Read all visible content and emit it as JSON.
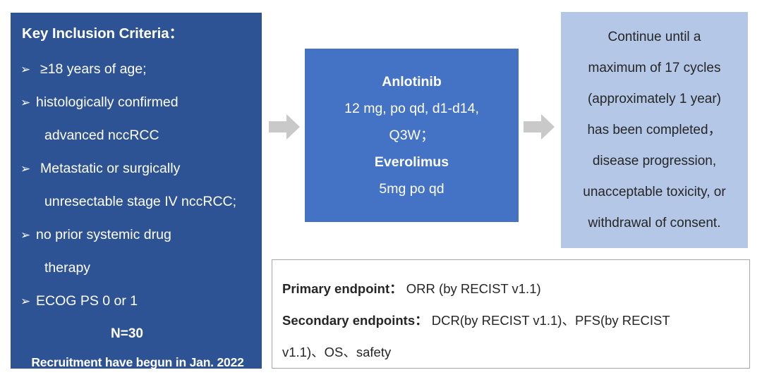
{
  "colors": {
    "criteria_panel_bg": "#2E5395",
    "treatment_box_bg": "#4472C4",
    "continuation_box_bg": "#B4C7E7",
    "endpoints_border": "#A6A6A6",
    "arrow_fill": "#C9C9C9",
    "page_bg": "#FFFFFF",
    "light_text": "#FFFFFF",
    "dark_text": "#262626"
  },
  "criteria": {
    "title": "Key Inclusion Criteria：",
    "bullet_glyph": "➢",
    "items": [
      {
        "bullet": true,
        "text": "≥18 years of age;"
      },
      {
        "bullet": true,
        "text": "histologically confirmed"
      },
      {
        "bullet": false,
        "text": "advanced nccRCC"
      },
      {
        "bullet": true,
        "text": "Metastatic or surgically"
      },
      {
        "bullet": false,
        "text": "unresectable stage IV nccRCC;"
      },
      {
        "bullet": true,
        "text": "no prior systemic drug"
      },
      {
        "bullet": false,
        "text": "therapy"
      },
      {
        "bullet": true,
        "text": "ECOG PS 0 or 1"
      }
    ],
    "sample_size": "N=30",
    "recruitment_note": "Recruitment have begun in Jan. 2022"
  },
  "arrows": {
    "arrow_1_name": "enrollment-to-treatment-arrow",
    "arrow_2_name": "treatment-to-continuation-arrow"
  },
  "treatment": {
    "lines": [
      {
        "text": "Anlotinib",
        "bold": true
      },
      {
        "text": "12 mg, po qd, d1-d14,",
        "bold": false
      },
      {
        "text": "Q3W；",
        "bold": false
      },
      {
        "text": "Everolimus",
        "bold": true
      },
      {
        "text": "5mg po qd",
        "bold": false
      }
    ]
  },
  "continuation": {
    "lines": [
      "Continue until a",
      "maximum of 17 cycles",
      "(approximately 1 year)",
      "has been completed，",
      "disease progression,",
      "unacceptable toxicity, or",
      "withdrawal of consent."
    ]
  },
  "endpoints": {
    "primary_label": "Primary endpoint：",
    "primary_value": "ORR (by RECIST v1.1)",
    "secondary_label": "Secondary endpoints：",
    "secondary_value_line1": "DCR(by RECIST v1.1)、PFS(by RECIST",
    "secondary_value_line2": "v1.1)、OS、safety"
  }
}
